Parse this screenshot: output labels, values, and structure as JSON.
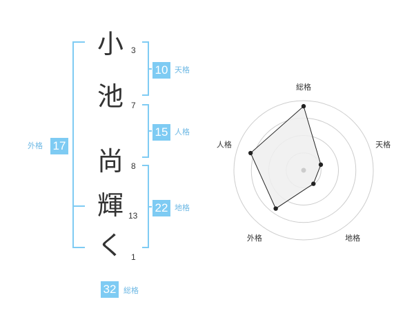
{
  "name": {
    "characters": [
      {
        "char": "小",
        "strokes": "3"
      },
      {
        "char": "池",
        "strokes": "7"
      },
      {
        "char": "尚",
        "strokes": "8"
      },
      {
        "char": "輝",
        "strokes": "13"
      },
      {
        "char": "く",
        "strokes": "1"
      }
    ]
  },
  "kakusu": {
    "tenkaku": {
      "value": "10",
      "label": "天格"
    },
    "jinkaku": {
      "value": "15",
      "label": "人格"
    },
    "chikaku": {
      "value": "22",
      "label": "地格"
    },
    "gaikaku": {
      "value": "17",
      "label": "外格"
    },
    "soukaku": {
      "value": "32",
      "label": "総格"
    }
  },
  "radar": {
    "axes": [
      "総格",
      "天格",
      "地格",
      "外格",
      "人格"
    ],
    "values": [
      0.92,
      0.26,
      0.24,
      0.68,
      0.8
    ],
    "max": 1,
    "rings": 4
  },
  "colors": {
    "accent": "#7ecbf3",
    "label": "#6db8e4",
    "text": "#333333",
    "radar_fill": "#eeeeee",
    "radar_ring": "#cccccc"
  }
}
